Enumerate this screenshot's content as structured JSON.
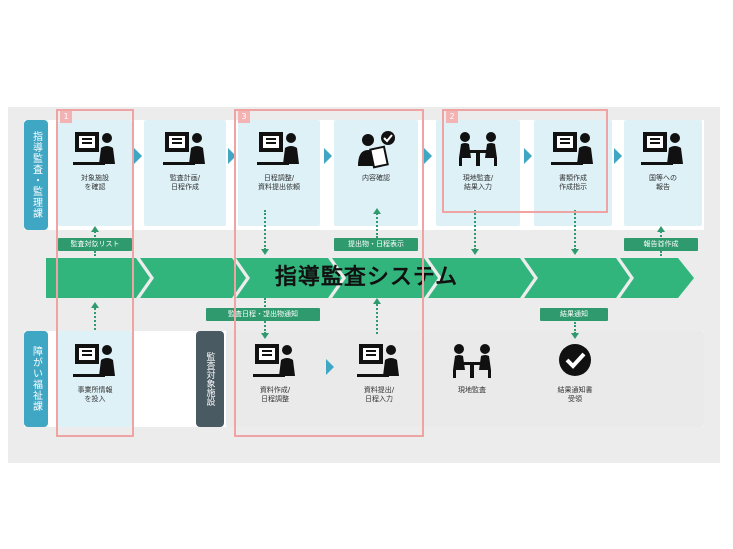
{
  "system": {
    "title": "指導監査システム"
  },
  "roles": {
    "top": "指導監査・監理課",
    "bottom": "障がい福祉課",
    "facility": "監査対象施設"
  },
  "steps_top": [
    {
      "label": "対象施設\nを確認",
      "icon": "person-computer-icon"
    },
    {
      "label": "監査計画/\n日程作成",
      "icon": "person-computer-icon"
    },
    {
      "label": "日程調整/\n資料提出依頼",
      "icon": "person-computer-icon"
    },
    {
      "label": "内容確認",
      "icon": "person-check-document-icon"
    },
    {
      "label": "現地監査/\n結果入力",
      "icon": "meeting-icon"
    },
    {
      "label": "書類作成\n作成指示",
      "icon": "person-computer-icon"
    },
    {
      "label": "国等への\n報告",
      "icon": "person-computer-icon"
    }
  ],
  "steps_bottom": [
    {
      "label": "事業所情報\nを投入",
      "icon": "person-computer-icon"
    },
    {
      "label": "資料作成/\n日程調整",
      "icon": "person-computer-icon"
    },
    {
      "label": "資料提出/\n日程入力",
      "icon": "person-computer-icon"
    },
    {
      "label": "現地監査",
      "icon": "meeting-icon"
    },
    {
      "label": "結果通知書\n受領",
      "icon": "check-circle-icon"
    }
  ],
  "tags": {
    "target_list": "監査対象リスト",
    "submitted_docs": "提出物・日程表示",
    "report_creation": "報告書作成",
    "schedule_notice": "監査日程・提出物通知",
    "result_notice": "結果通知"
  },
  "highlights": [
    "1",
    "3",
    "2"
  ],
  "colors": {
    "accent_blue": "#3fa6c4",
    "accent_green": "#2f9a6e",
    "highlight": "#f0a3a3",
    "light_blue": "#ddf1f7"
  }
}
